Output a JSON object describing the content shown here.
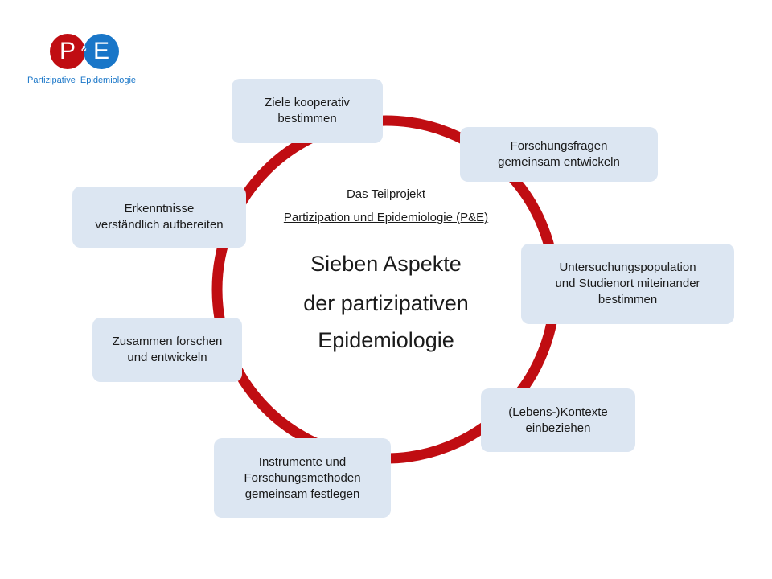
{
  "logo": {
    "p": "P",
    "amp": "&",
    "e": "E",
    "tagline_left": "Partizipative",
    "tagline_right": "Epidemiologie"
  },
  "center": {
    "subtitle1": "Das Teilprojekt",
    "subtitle2": "Partizipation und Epidemiologie (P&E)",
    "title_line1": "Sieben Aspekte",
    "title_line2": "der partizipativen",
    "title_line3": "Epidemiologie"
  },
  "aspects": {
    "ziele": "Ziele kooperativ\nbestimmen",
    "fragen": "Forschungsfragen\ngemeinsam entwickeln",
    "population": "Untersuchungspopulation\nund Studienort miteinander\nbestimmen",
    "kontexte": "(Lebens-)Kontexte\neinbeziehen",
    "instrumente": "Instrumente und\nForschungsmethoden\ngemeinsam festlegen",
    "zusammen": "Zusammen forschen\nund entwickeln",
    "erkenntnisse": "Erkenntnisse\nverständlich aufbereiten"
  },
  "colors": {
    "ring": "#c00d12",
    "box": "#dce6f2",
    "logo_red": "#c00d12",
    "logo_blue": "#1976c8"
  }
}
